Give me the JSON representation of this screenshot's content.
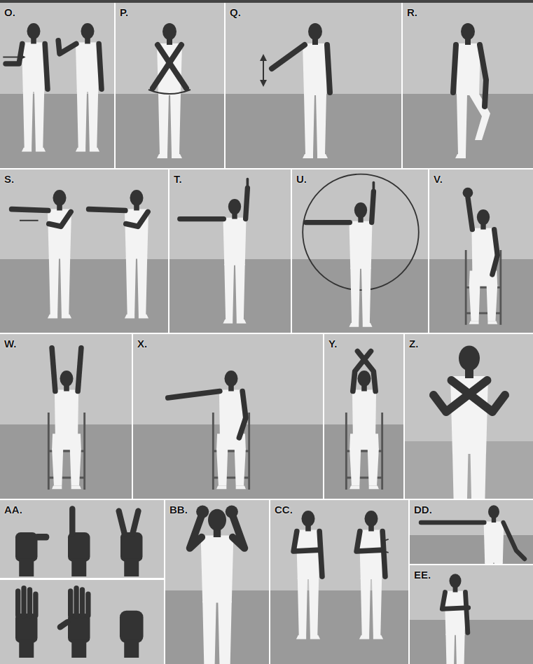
{
  "diagram": {
    "nodes": [
      {
        "text": [
          "O."
        ]
      },
      {
        "text": [
          "P."
        ]
      },
      {
        "text": [
          "Q."
        ]
      },
      {
        "text": [
          "R."
        ]
      },
      {
        "text": [
          "S."
        ]
      },
      {
        "text": [
          "T."
        ]
      },
      {
        "text": [
          "U."
        ]
      },
      {
        "text": [
          "V."
        ]
      },
      {
        "text": [
          "W."
        ]
      },
      {
        "text": [
          "X."
        ]
      },
      {
        "text": [
          "Y."
        ]
      },
      {
        "text": [
          "Z."
        ]
      },
      {
        "text": [
          "AA."
        ]
      },
      {
        "text": [
          "BB."
        ]
      },
      {
        "text": [
          "CC."
        ]
      },
      {
        "text": [
          "DD."
        ]
      },
      {
        "text": [
          "EE."
        ]
      }
    ]
  }
}
